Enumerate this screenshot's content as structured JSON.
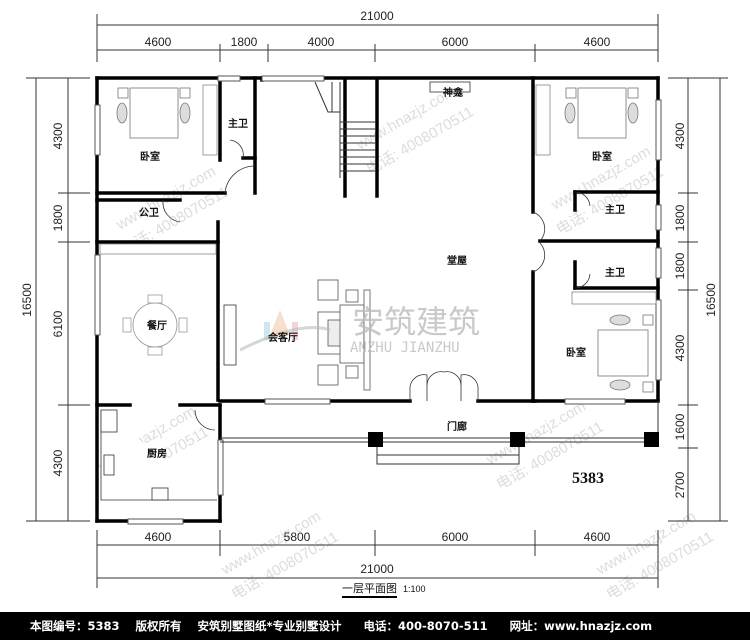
{
  "drawing": {
    "title": "一层平面图",
    "scale": "1:100",
    "plan_number": "5383",
    "watermark_brand_cn": "安筑建筑",
    "watermark_brand_en": "ANZHU JIANZHU",
    "watermark_text_1": "www.hnazjz.com",
    "watermark_text_2": "电话: 4008070511"
  },
  "dimensions": {
    "top_total": "21000",
    "top_segments": [
      "4600",
      "1800",
      "4000",
      "6000",
      "4600"
    ],
    "bottom_segments": [
      "4600",
      "5800",
      "6000",
      "4600"
    ],
    "bottom_total": "21000",
    "left_total": "16500",
    "left_segments": [
      "4300",
      "1800",
      "6100",
      "4300"
    ],
    "right_total": "16500",
    "right_segments": [
      "4300",
      "1800",
      "1800",
      "4300",
      "1600",
      "2700"
    ]
  },
  "rooms": {
    "bedroom_nw": "卧室",
    "master_bath_nw": "主卫",
    "public_bath": "公卫",
    "shrine": "神龛",
    "main_hall": "堂屋",
    "bedroom_ne": "卧室",
    "master_bath_e1": "主卫",
    "master_bath_e2": "主卫",
    "bedroom_se": "卧室",
    "dining": "餐厅",
    "reception": "会客厅",
    "kitchen": "厨房",
    "porch": "门廊"
  },
  "footer": {
    "drawing_no": "本图编号：5383",
    "copyright": "版权所有",
    "slogan": "安筑别墅图纸*专业别墅设计",
    "phone": "电话：400-8070-511",
    "website": "网址：www.hnazjz.com"
  }
}
